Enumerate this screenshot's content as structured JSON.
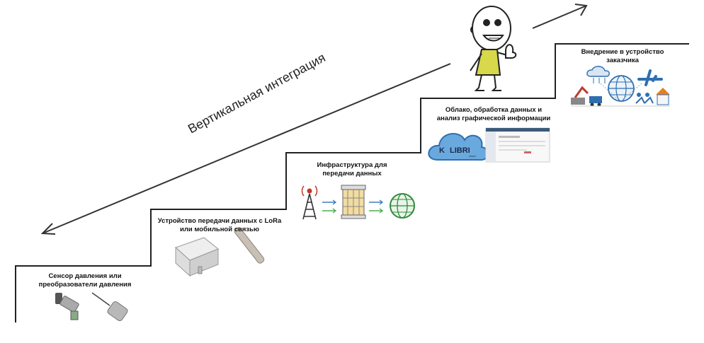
{
  "diagram": {
    "axis_label": "Вертикальная интеграция",
    "steps": [
      {
        "id": "sensor",
        "line1": "Сенсор давления или",
        "line2": "преобразователи давления"
      },
      {
        "id": "transmitter",
        "line1": "Устройство передачи данных с LoRa",
        "line2": "или мобильной связью"
      },
      {
        "id": "infrastructure",
        "line1": "Инфраструктура для",
        "line2": "передачи данных"
      },
      {
        "id": "cloud",
        "line1": "Облако, обработка данных и",
        "line2": "анализ графической информации"
      },
      {
        "id": "deployment",
        "line1": "Внедрение в устройство",
        "line2": "заказчика"
      }
    ],
    "logo": {
      "text": "LIBRI",
      "prefix": "K",
      "sub": "cloud"
    },
    "colors": {
      "line": "#222222",
      "arrow_blue": "#3a7fc1",
      "arrow_green": "#4caf50",
      "globe": "#2e8b3a",
      "globe_blue": "#2f6fb0",
      "cloud": "#6aa9de",
      "shirt": "#d7d84a"
    }
  }
}
